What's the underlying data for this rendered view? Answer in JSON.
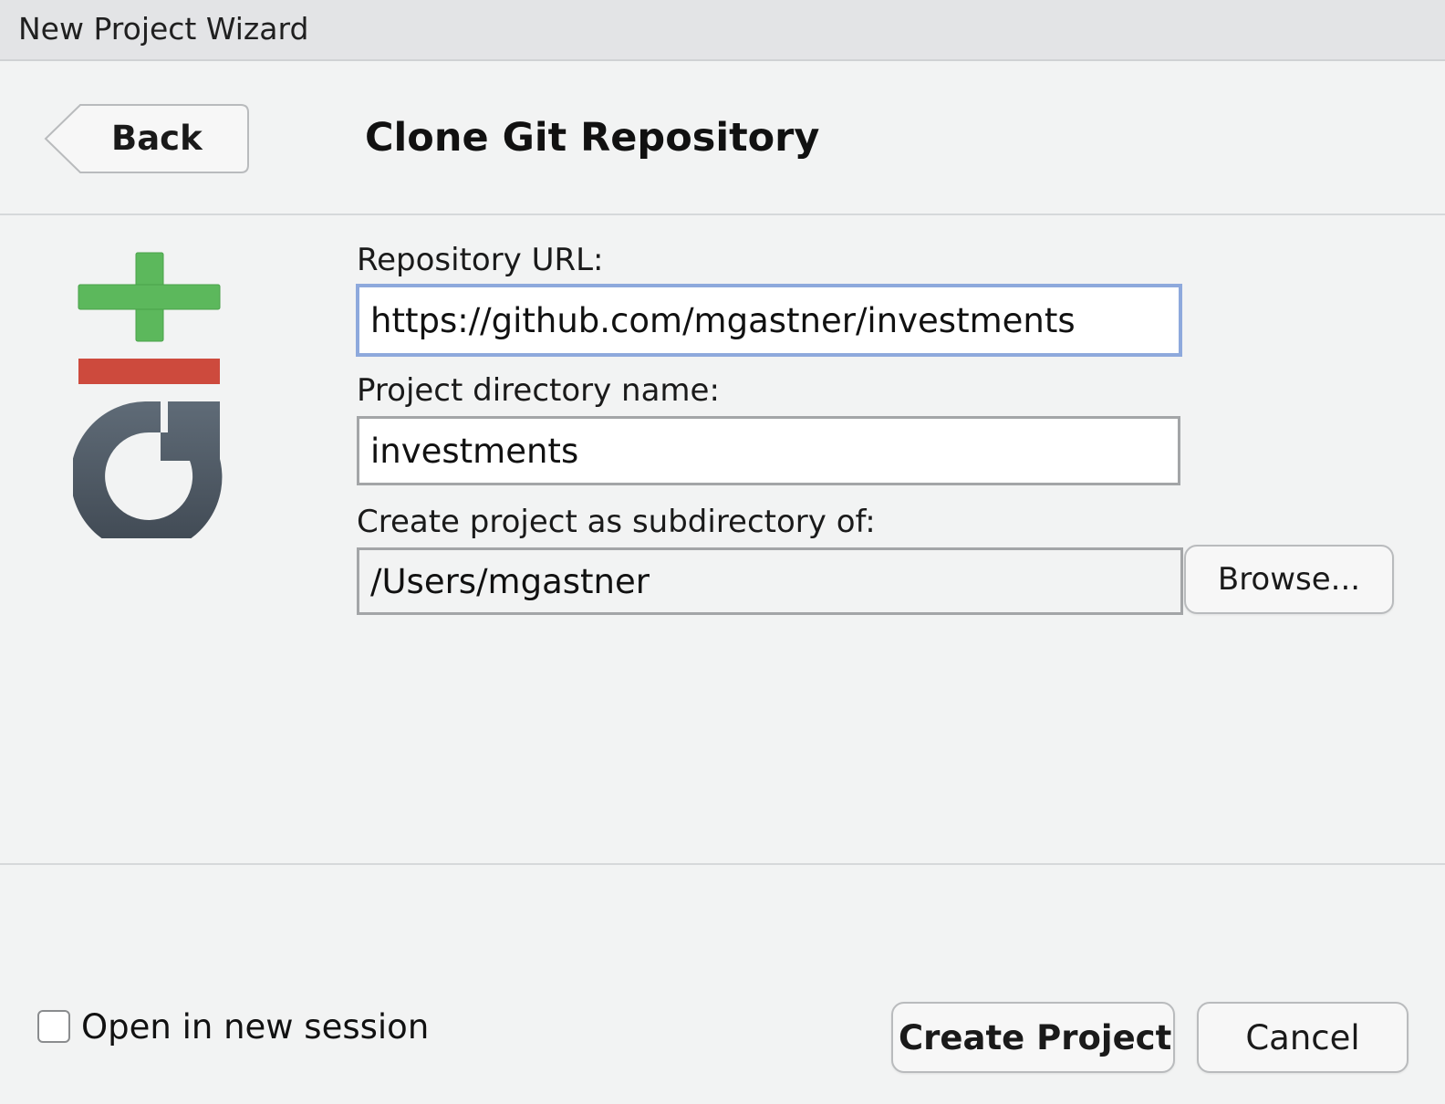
{
  "window": {
    "title": "New Project Wizard"
  },
  "header": {
    "back_label": "Back",
    "page_title": "Clone Git Repository"
  },
  "logo": {
    "icon": "git-logo-icon",
    "colors": {
      "plus": "#5cb85c",
      "minus": "#cd4a3d",
      "g": "#4e5964"
    }
  },
  "form": {
    "repo_url": {
      "label": "Repository URL:",
      "value": "https://github.com/mgastner/investments"
    },
    "project_dir": {
      "label": "Project directory name:",
      "value": "investments"
    },
    "parent_dir": {
      "label": "Create project as subdirectory of:",
      "value": "/Users/mgastner",
      "browse_label": "Browse..."
    }
  },
  "footer": {
    "new_session_label": "Open in new session",
    "new_session_checked": false,
    "create_label": "Create Project",
    "cancel_label": "Cancel"
  }
}
